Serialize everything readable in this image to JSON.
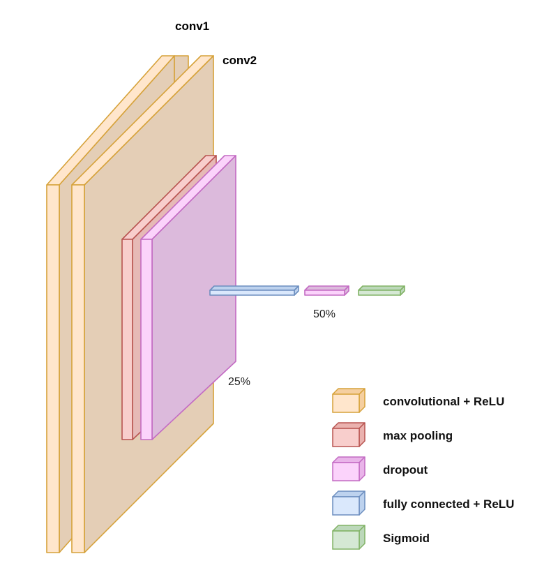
{
  "layers": {
    "conv1_label": "conv1",
    "conv2_label": "conv2",
    "dropout1_rate": "25%",
    "dropout2_rate": "50%"
  },
  "legend": {
    "items": [
      {
        "label": "convolutional + ReLU",
        "front": "#ffe6cc",
        "side": "#f5cfa0",
        "stroke": "#d6a23a"
      },
      {
        "label": "max pooling",
        "front": "#f8cecc",
        "side": "#eab2af",
        "stroke": "#b85450"
      },
      {
        "label": "dropout",
        "front": "#fbd3fb",
        "side": "#e9b4e9",
        "stroke": "#c36bc3"
      },
      {
        "label": "fully connected + ReLU",
        "front": "#dae8fc",
        "side": "#bdd2ee",
        "stroke": "#6c8ebf"
      },
      {
        "label": "Sigmoid",
        "front": "#d5e8d4",
        "side": "#bcd8ba",
        "stroke": "#82b366"
      }
    ]
  },
  "colors": {
    "conv_front": "#ffe6cc",
    "conv_side": "#e4ceb6",
    "conv_stroke": "#d6a23a",
    "pool_front": "#f8cecc",
    "pool_side": "#e6b9b6",
    "pool_stroke": "#b85450",
    "drop_front": "#fbd3fb",
    "drop_side": "#dcbadc",
    "drop_stroke": "#c36bc3",
    "fc_front": "#dae8fc",
    "fc_side": "#bdd2ee",
    "fc_stroke": "#6c8ebf",
    "sig_front": "#d5e8d4",
    "sig_side": "#bcd8ba",
    "sig_stroke": "#82b366"
  }
}
